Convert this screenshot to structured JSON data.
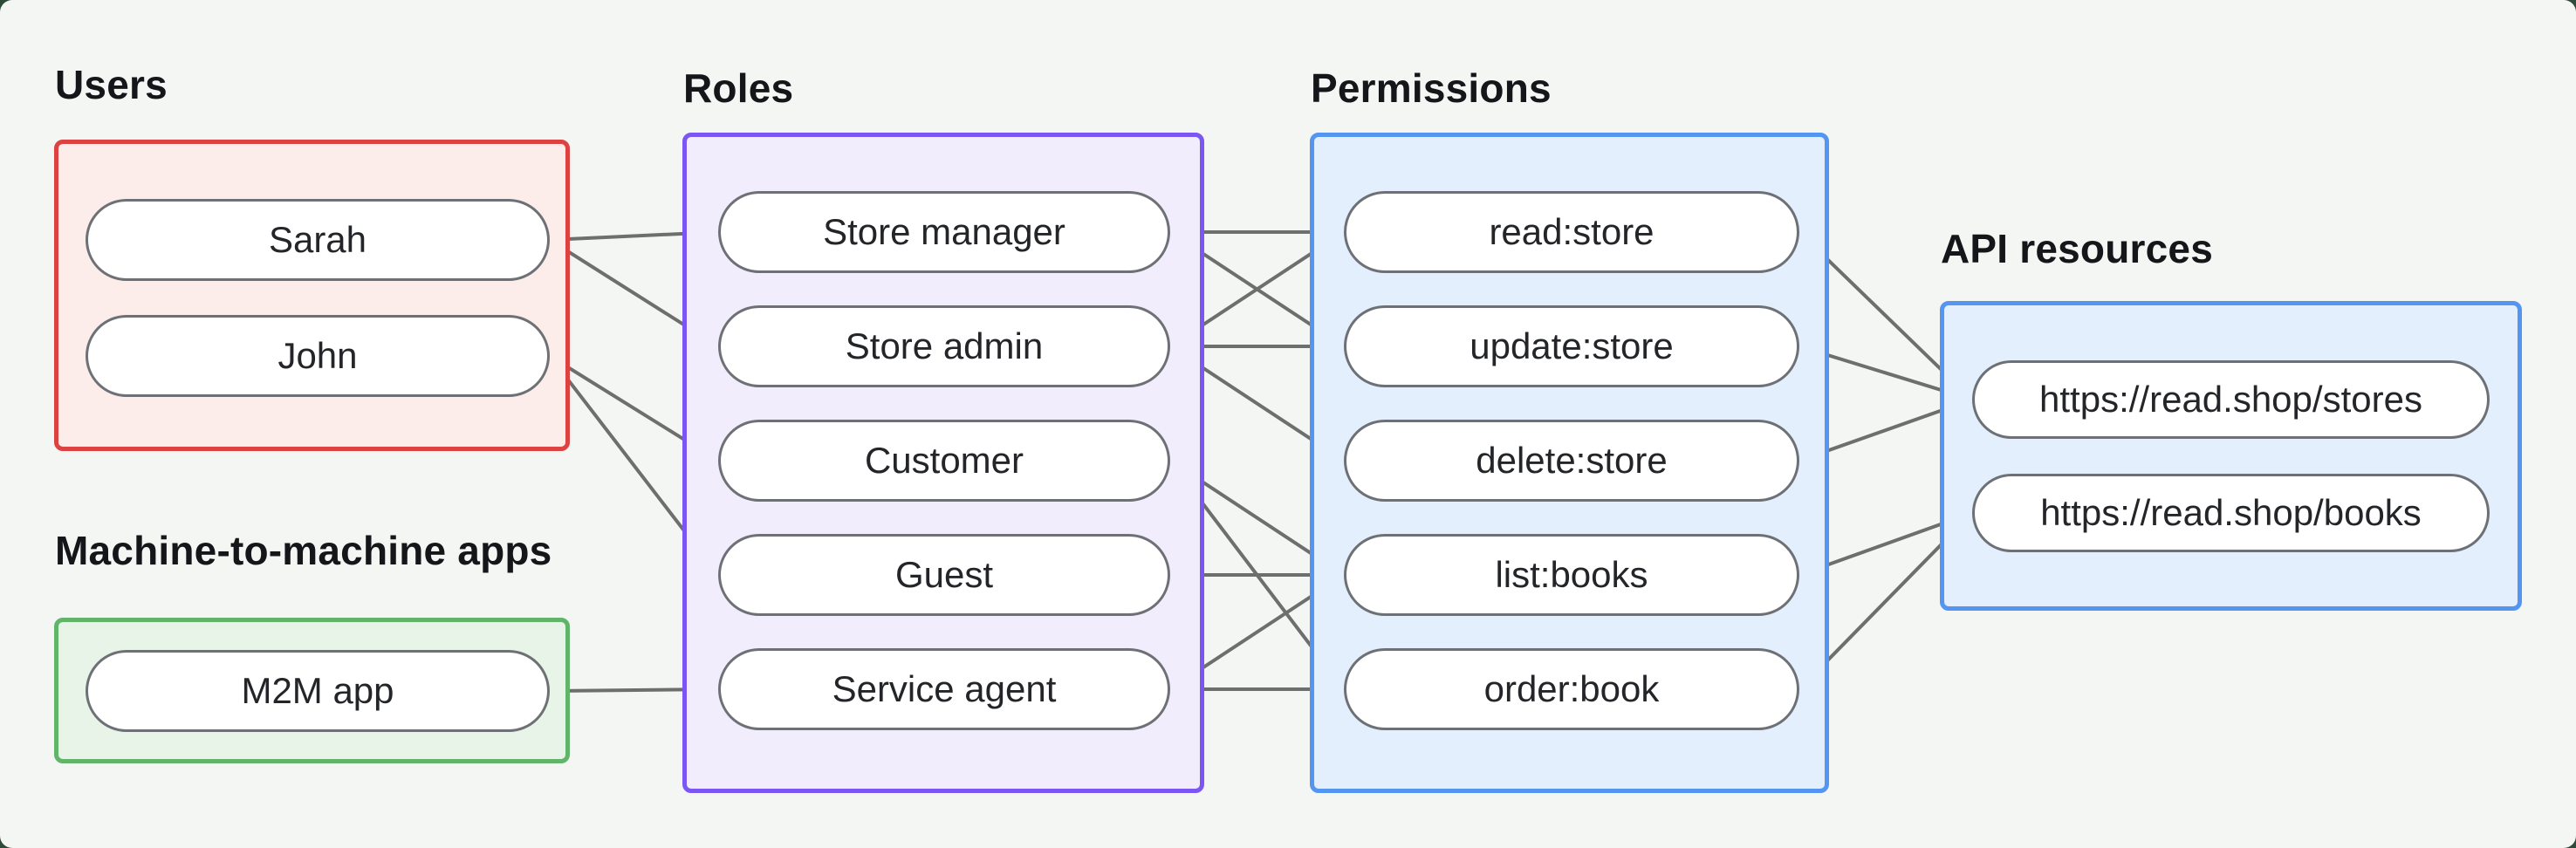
{
  "canvas": {
    "background": "#f4f6f3",
    "page_background": "#2e4a39",
    "edge_color": "#6e6e6e",
    "pill_border_color": "#6d7175",
    "pill_fill": "#ffffff"
  },
  "groups": [
    {
      "id": "users",
      "label": "Users",
      "accent": "#dc4242",
      "fill": "#fcecea",
      "nodes": [
        {
          "id": "sarah",
          "label": "Sarah"
        },
        {
          "id": "john",
          "label": "John"
        }
      ]
    },
    {
      "id": "m2m",
      "label": "Machine-to-machine apps",
      "accent": "#62b46a",
      "fill": "#e9f4e8",
      "nodes": [
        {
          "id": "m2m_app",
          "label": "M2M app"
        }
      ]
    },
    {
      "id": "roles",
      "label": "Roles",
      "accent": "#7c56f3",
      "fill": "#f2edfc",
      "nodes": [
        {
          "id": "store_manager",
          "label": "Store manager"
        },
        {
          "id": "store_admin",
          "label": "Store admin"
        },
        {
          "id": "customer",
          "label": "Customer"
        },
        {
          "id": "guest",
          "label": "Guest"
        },
        {
          "id": "service_agent",
          "label": "Service agent"
        }
      ]
    },
    {
      "id": "permissions",
      "label": "Permissions",
      "accent": "#5395f0",
      "fill": "#e3effc",
      "nodes": [
        {
          "id": "read_store",
          "label": "read:store"
        },
        {
          "id": "update_store",
          "label": "update:store"
        },
        {
          "id": "delete_store",
          "label": "delete:store"
        },
        {
          "id": "list_books",
          "label": "list:books"
        },
        {
          "id": "order_book",
          "label": "order:book"
        }
      ]
    },
    {
      "id": "api",
      "label": "API resources",
      "accent": "#5395f0",
      "fill": "#e3effc",
      "nodes": [
        {
          "id": "stores",
          "label": "https://read.shop/stores"
        },
        {
          "id": "books",
          "label": "https://read.shop/books"
        }
      ]
    }
  ],
  "edges": [
    [
      "sarah",
      "store_manager"
    ],
    [
      "sarah",
      "store_admin"
    ],
    [
      "john",
      "customer"
    ],
    [
      "john",
      "guest"
    ],
    [
      "m2m_app",
      "service_agent"
    ],
    [
      "store_manager",
      "read_store"
    ],
    [
      "store_manager",
      "update_store"
    ],
    [
      "store_admin",
      "read_store"
    ],
    [
      "store_admin",
      "update_store"
    ],
    [
      "store_admin",
      "delete_store"
    ],
    [
      "customer",
      "list_books"
    ],
    [
      "customer",
      "order_book"
    ],
    [
      "guest",
      "list_books"
    ],
    [
      "service_agent",
      "list_books"
    ],
    [
      "service_agent",
      "order_book"
    ],
    [
      "read_store",
      "stores"
    ],
    [
      "update_store",
      "stores"
    ],
    [
      "delete_store",
      "stores"
    ],
    [
      "list_books",
      "books"
    ],
    [
      "order_book",
      "books"
    ]
  ]
}
